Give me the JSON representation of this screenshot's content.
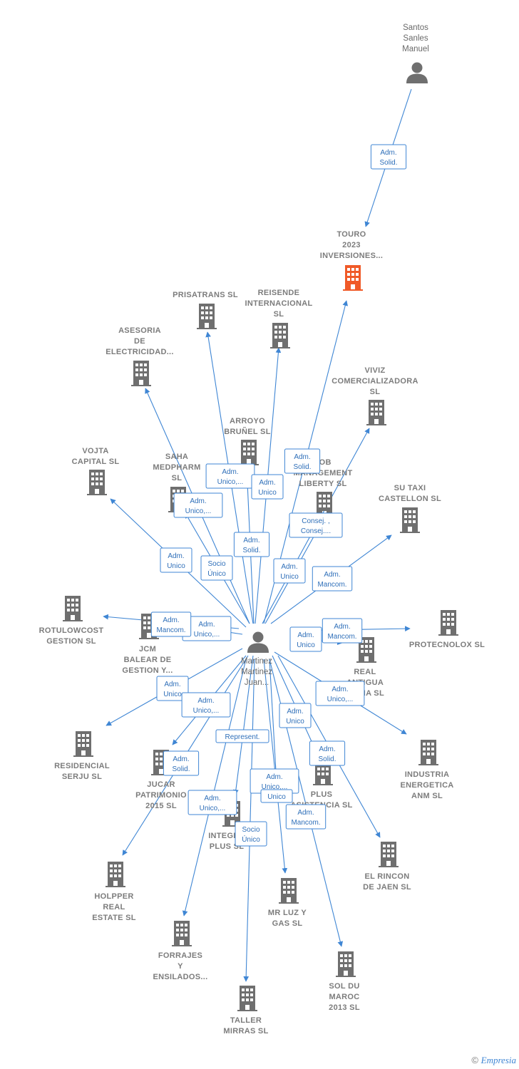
{
  "colors": {
    "edge": "#3f86d4",
    "company": "#6f6f6f",
    "focus_company": "#f05a28",
    "person": "#6f6f6f"
  },
  "nodes": [
    {
      "id": "santos",
      "kind": "person",
      "lines": [
        "Santos",
        "Sanles",
        "Manuel"
      ]
    },
    {
      "id": "touro",
      "kind": "focus-company",
      "lines": [
        "TOURO",
        "2023",
        "INVERSIONES..."
      ]
    },
    {
      "id": "martinez",
      "kind": "person",
      "lines": [
        "Martinez",
        "Martinez",
        "Juan..."
      ]
    },
    {
      "id": "prisatrans",
      "kind": "company",
      "lines": [
        "PRISATRANS SL"
      ]
    },
    {
      "id": "reisende",
      "kind": "company",
      "lines": [
        "REISENDE",
        "INTERNACIONAL",
        "SL"
      ]
    },
    {
      "id": "asesoria",
      "kind": "company",
      "lines": [
        "ASESORIA",
        "DE",
        "ELECTRICIDAD..."
      ]
    },
    {
      "id": "viviz",
      "kind": "company",
      "lines": [
        "VIVIZ",
        "COMERCIALIZADORA",
        "SL"
      ]
    },
    {
      "id": "arroyo",
      "kind": "company",
      "lines": [
        "ARROYO",
        "BRUÑEL SL"
      ]
    },
    {
      "id": "vojta",
      "kind": "company",
      "lines": [
        "VOJTA",
        "CAPITAL SL"
      ]
    },
    {
      "id": "saha",
      "kind": "company",
      "lines": [
        "SAHA",
        "MEDPHARM",
        "SL"
      ]
    },
    {
      "id": "job",
      "kind": "company",
      "lines": [
        "JOB",
        "MANAGEMENT",
        "LIBERTY SL"
      ]
    },
    {
      "id": "sutaxi",
      "kind": "company",
      "lines": [
        "SU TAXI",
        "CASTELLON SL"
      ]
    },
    {
      "id": "rotulowcost",
      "kind": "company",
      "lines": [
        "ROTULOWCOST",
        "GESTION SL"
      ]
    },
    {
      "id": "jcm",
      "kind": "company",
      "lines": [
        "JCM",
        "BALEAR DE",
        "GESTION Y..."
      ]
    },
    {
      "id": "protecnolox",
      "kind": "company",
      "lines": [
        "PROTECNOLOX SL"
      ]
    },
    {
      "id": "real",
      "kind": "company",
      "lines": [
        "REAL",
        "ANTIGUA",
        "FIRMA SL"
      ]
    },
    {
      "id": "residencial",
      "kind": "company",
      "lines": [
        "RESIDENCIAL",
        "SERJU SL"
      ]
    },
    {
      "id": "industria",
      "kind": "company",
      "lines": [
        "INDUSTRIA",
        "ENERGETICA",
        "ANM SL"
      ]
    },
    {
      "id": "jucar",
      "kind": "company",
      "lines": [
        "JUCAR",
        "PATRIMONIO",
        "2015 SL"
      ]
    },
    {
      "id": "plus",
      "kind": "company",
      "lines": [
        "PLUS",
        "ASISTENCIA SL"
      ]
    },
    {
      "id": "integra",
      "kind": "company",
      "lines": [
        "INTEGRA",
        "PLUS SL"
      ]
    },
    {
      "id": "holpper",
      "kind": "company",
      "lines": [
        "HOLPPER",
        "REAL",
        "ESTATE SL"
      ]
    },
    {
      "id": "elrincon",
      "kind": "company",
      "lines": [
        "EL RINCON",
        "DE JAEN SL"
      ]
    },
    {
      "id": "mrluz",
      "kind": "company",
      "lines": [
        "MR LUZ Y",
        "GAS SL"
      ]
    },
    {
      "id": "forrajes",
      "kind": "company",
      "lines": [
        "FORRAJES",
        "Y",
        "ENSILADOS..."
      ]
    },
    {
      "id": "soldu",
      "kind": "company",
      "lines": [
        "SOL DU",
        "MAROC",
        "2013 SL"
      ]
    },
    {
      "id": "taller",
      "kind": "company",
      "lines": [
        "TALLER",
        "MIRRAS SL"
      ]
    }
  ],
  "edges": [
    {
      "from": "santos",
      "to": "touro",
      "role": [
        "Adm.",
        "Solid."
      ]
    },
    {
      "from": "martinez",
      "to": "touro",
      "role": [
        "Adm.",
        "Solid."
      ]
    },
    {
      "from": "martinez",
      "to": "prisatrans",
      "role": [
        "Adm.",
        "Unico,..."
      ]
    },
    {
      "from": "martinez",
      "to": "reisende",
      "role": [
        "Adm.",
        "Unico"
      ]
    },
    {
      "from": "martinez",
      "to": "asesoria",
      "role": [
        "Socio",
        "Único"
      ]
    },
    {
      "from": "martinez",
      "to": "viviz",
      "role": [
        "Consej. ,",
        "Consej...."
      ]
    },
    {
      "from": "martinez",
      "to": "arroyo",
      "role": [
        "Adm.",
        "Solid."
      ]
    },
    {
      "from": "martinez",
      "to": "vojta",
      "role": [
        "Adm.",
        "Unico"
      ]
    },
    {
      "from": "martinez",
      "to": "saha",
      "role": [
        "Adm.",
        "Unico,..."
      ]
    },
    {
      "from": "martinez",
      "to": "job",
      "role": [
        "Adm.",
        "Unico"
      ]
    },
    {
      "from": "martinez",
      "to": "sutaxi",
      "role": [
        "Adm.",
        "Mancom."
      ]
    },
    {
      "from": "martinez",
      "to": "rotulowcost",
      "role": [
        "Adm.",
        "Unico,..."
      ]
    },
    {
      "from": "martinez",
      "to": "jcm",
      "role": [
        "Adm.",
        "Mancom."
      ]
    },
    {
      "from": "martinez",
      "to": "protecnolox",
      "role": [
        "Adm.",
        "Mancom."
      ]
    },
    {
      "from": "martinez",
      "to": "real",
      "role": [
        "Adm.",
        "Unico"
      ]
    },
    {
      "from": "martinez",
      "to": "residencial",
      "role": [
        "Adm.",
        "Unico"
      ]
    },
    {
      "from": "martinez",
      "to": "industria",
      "role": [
        "Adm.",
        "Unico,..."
      ]
    },
    {
      "from": "martinez",
      "to": "jucar",
      "role": [
        "Adm.",
        "Unico,..."
      ]
    },
    {
      "from": "martinez",
      "to": "plus",
      "role": [
        "Adm.",
        "Unico"
      ]
    },
    {
      "from": "martinez",
      "to": "integra",
      "role": [
        "Represent."
      ]
    },
    {
      "from": "martinez",
      "to": "holpper",
      "role": [
        "Adm.",
        "Solid."
      ]
    },
    {
      "from": "martinez",
      "to": "elrincon",
      "role": [
        "Adm.",
        "Solid."
      ]
    },
    {
      "from": "martinez",
      "to": "mrluz",
      "role": [
        "Adm.",
        "Unico,..."
      ]
    },
    {
      "from": "martinez",
      "to": "forrajes",
      "role": [
        "Adm.",
        "Unico,..."
      ]
    },
    {
      "from": "martinez",
      "to": "soldu",
      "role": [
        "Adm.",
        "Mancom."
      ]
    },
    {
      "from": "martinez",
      "to": "taller",
      "role": [
        "Socio",
        "Único"
      ]
    },
    {
      "from": "martinez",
      "to": "plus",
      "role": [
        "Unico"
      ]
    }
  ],
  "footer": {
    "copyright_symbol": "©",
    "brand": "Empresia"
  }
}
